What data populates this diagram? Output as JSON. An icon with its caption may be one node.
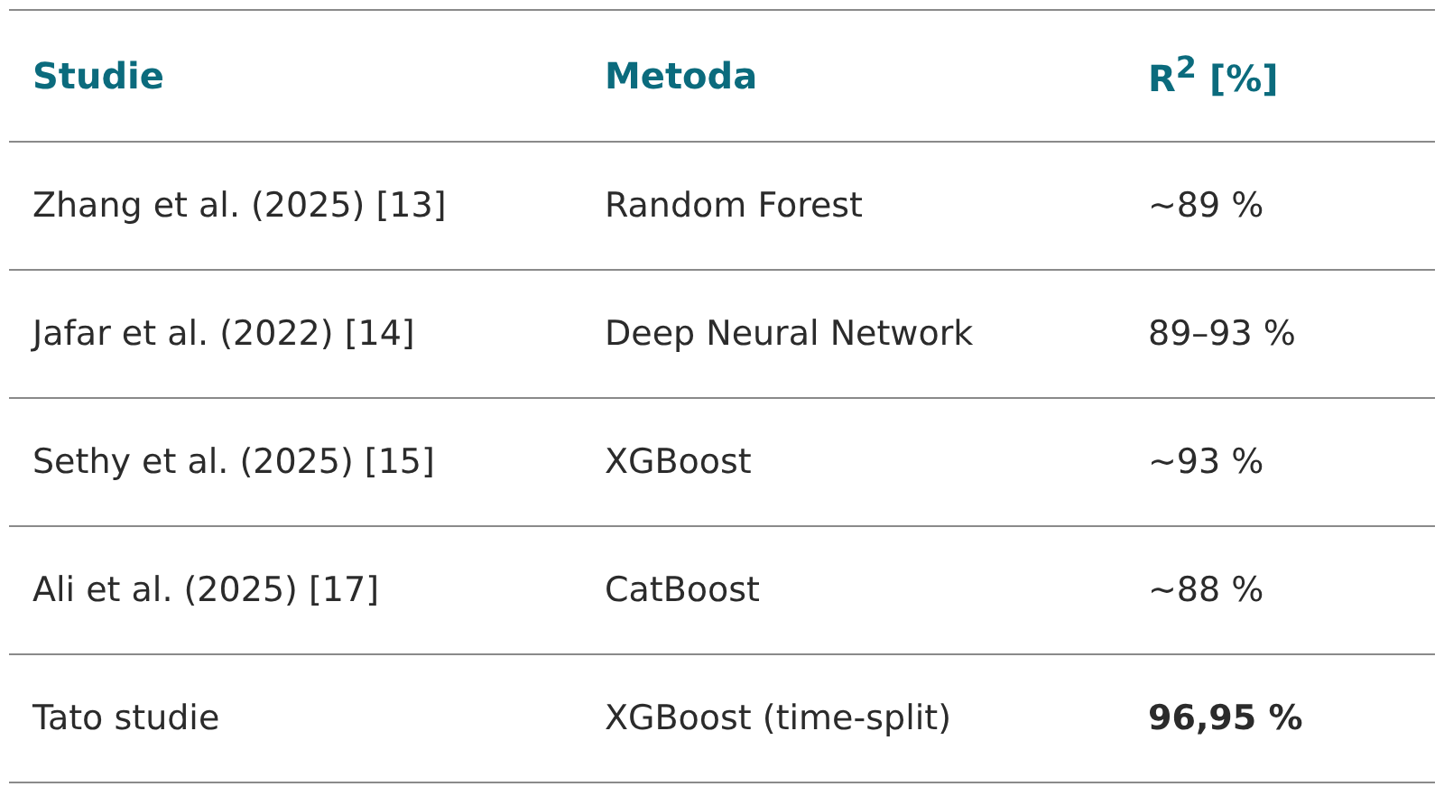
{
  "diagram": {
    "labels": [
      "Studie",
      "Metoda",
      "R$^{2}$ [%]",
      "Zhang et al. (2025) [13]",
      "Random Forest",
      "~89 %",
      "Jafar et al. (2022) [14]",
      "Deep Neural Network",
      "89–93 %",
      "Sethy et al. (2025) [15]",
      "XGBoost",
      "~93 %",
      "Ali et al. (2025) [17]",
      "CatBoost",
      "~88 %",
      "Tato studie",
      "XGBoost (time-split)",
      "96,95 %"
    ]
  }
}
